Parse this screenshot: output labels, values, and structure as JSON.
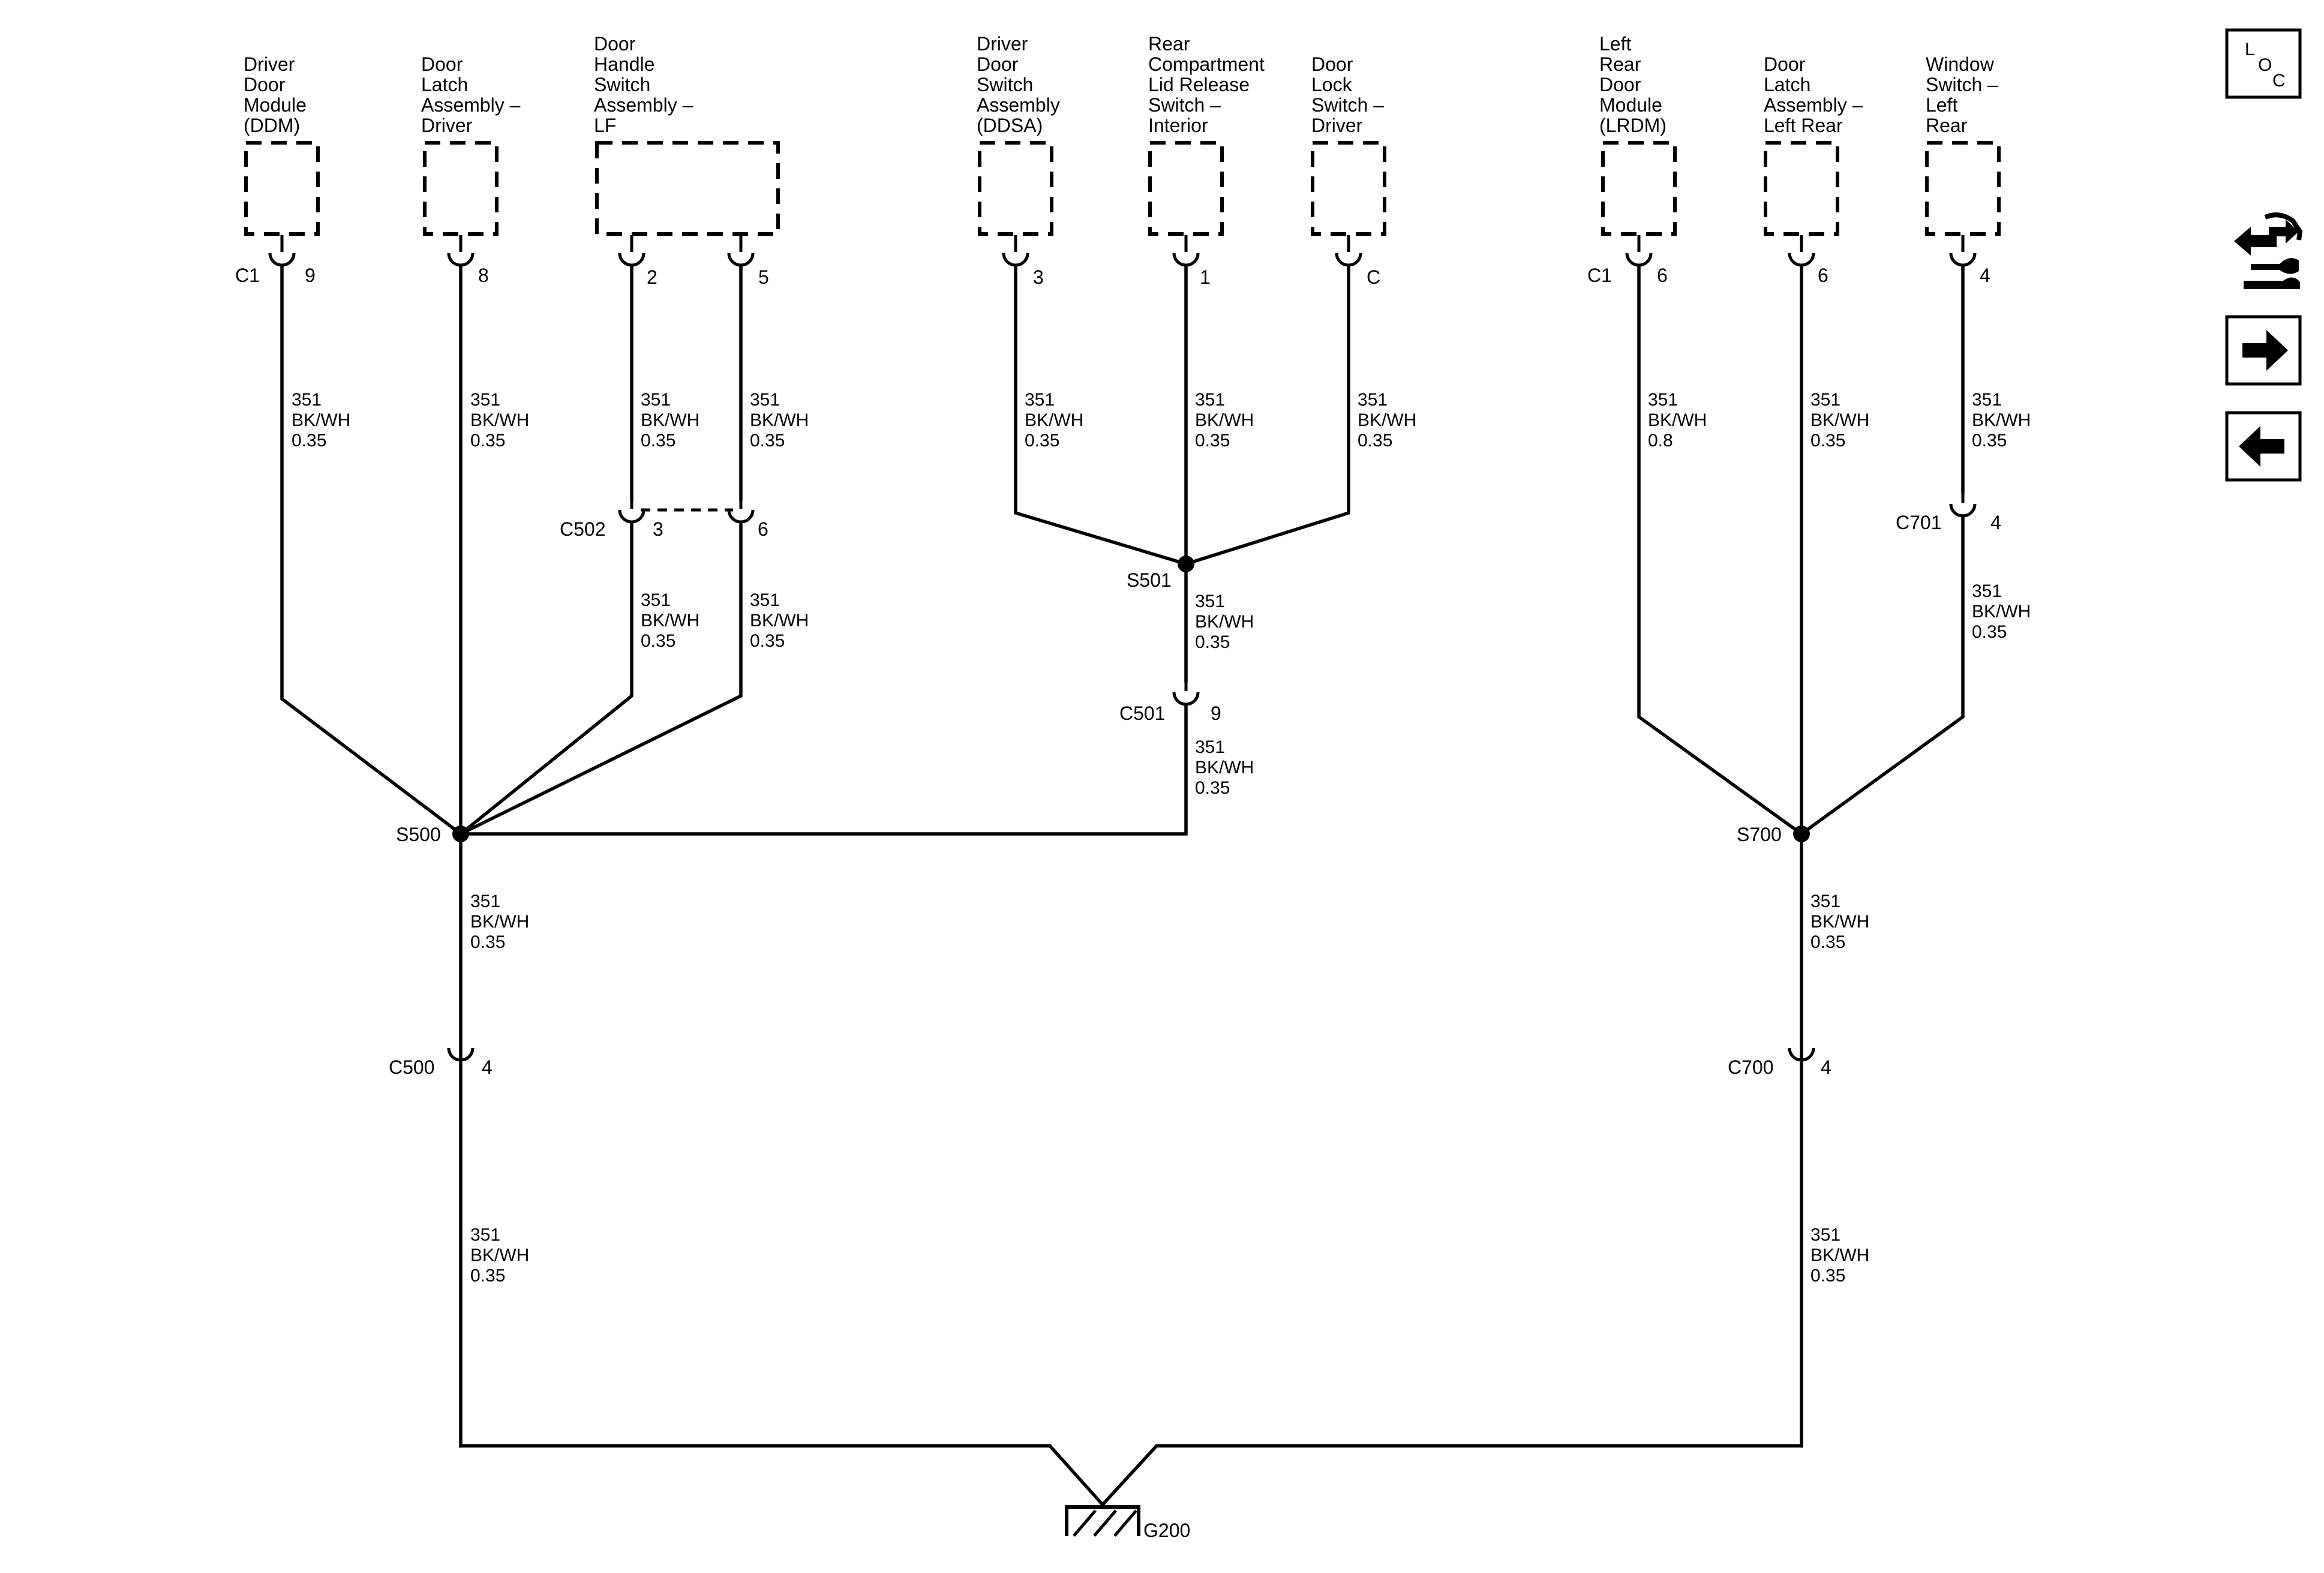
{
  "components": {
    "ddm": [
      "Driver",
      "Door",
      "Module",
      "(DDM)"
    ],
    "latch_driver": [
      "Door",
      "Latch",
      "Assembly –",
      "Driver"
    ],
    "handle_lf": [
      "Door",
      "Handle",
      "Switch",
      "Assembly –",
      "LF"
    ],
    "ddsa": [
      "Driver",
      "Door",
      "Switch",
      "Assembly",
      "(DDSA)"
    ],
    "rear_lid": [
      "Rear",
      "Compartment",
      "Lid Release",
      "Switch –",
      "Interior"
    ],
    "lock_driver": [
      "Door",
      "Lock",
      "Switch –",
      "Driver"
    ],
    "lrdm": [
      "Left",
      "Rear",
      "Door",
      "Module",
      "(LRDM)"
    ],
    "latch_lr": [
      "Door",
      "Latch",
      "Assembly –",
      "Left Rear"
    ],
    "window_lr": [
      "Window",
      "Switch –",
      "Left",
      "Rear"
    ]
  },
  "pins": {
    "ddm_conn": "C1",
    "ddm_pin": "9",
    "latch_driver_pin": "8",
    "handle_pin_a": "2",
    "handle_pin_b": "5",
    "ddsa_pin": "3",
    "rear_lid_pin": "1",
    "lock_driver_pin": "C",
    "lrdm_conn": "C1",
    "lrdm_pin": "6",
    "latch_lr_pin": "6",
    "window_lr_pin": "4"
  },
  "connectors": {
    "c502": "C502",
    "c502_pin_a": "3",
    "c502_pin_b": "6",
    "c501": "C501",
    "c501_pin": "9",
    "c701": "C701",
    "c701_pin": "4",
    "c500": "C500",
    "c500_pin": "4",
    "c700": "C700",
    "c700_pin": "4"
  },
  "splices": {
    "s500": "S500",
    "s501": "S501",
    "s700": "S700"
  },
  "ground": "G200",
  "wire": {
    "circuit": "351",
    "color": "BK/WH",
    "gauge_std": "0.35",
    "gauge_lrdm": "0.8"
  },
  "icons": {
    "loc_letters": [
      "L",
      "O",
      "C"
    ],
    "nav": [
      "loc-icon",
      "schematic-tools-icon",
      "arrow-right-icon",
      "arrow-left-icon"
    ]
  }
}
